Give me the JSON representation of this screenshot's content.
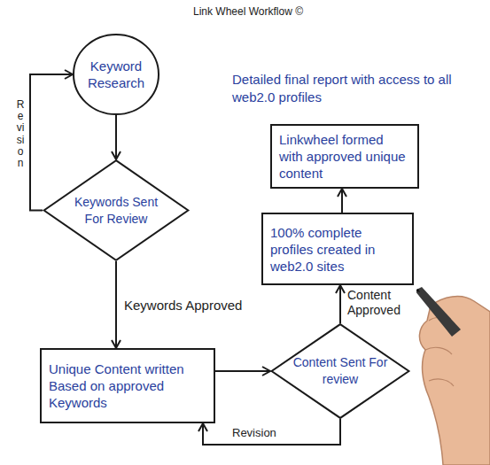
{
  "diagram": {
    "title": "Link Wheel Workflow ©",
    "nodes": [
      {
        "text": [
          "Keyword Research"
        ]
      },
      {
        "text": [
          "Keywords Sent For Review"
        ]
      },
      {
        "text": [
          "Unique Content written Based on approved Keywords"
        ]
      },
      {
        "text": [
          "Content Sent For review"
        ]
      },
      {
        "text": [
          "100% complete profiles created in web2.0 sites"
        ]
      },
      {
        "text": [
          "Linkwheel formed with approved unique content"
        ]
      }
    ],
    "edges": [
      {
        "from": 0,
        "to": 1,
        "arrow": "to"
      },
      {
        "from": 1,
        "to": 0,
        "label": "Revision",
        "arrow": "to"
      },
      {
        "from": 1,
        "to": 2,
        "label": "Keywords Approved",
        "arrow": "to"
      },
      {
        "from": 2,
        "to": 3,
        "arrow": "to"
      },
      {
        "from": 3,
        "to": 2,
        "label": "Revision",
        "arrow": "to"
      },
      {
        "from": 3,
        "to": 4,
        "label": "Content Approved",
        "arrow": "to"
      },
      {
        "from": 4,
        "to": 5,
        "arrow": "to"
      }
    ],
    "labels": [
      "Detailed final report with access to all web2.0 profiles"
    ]
  }
}
